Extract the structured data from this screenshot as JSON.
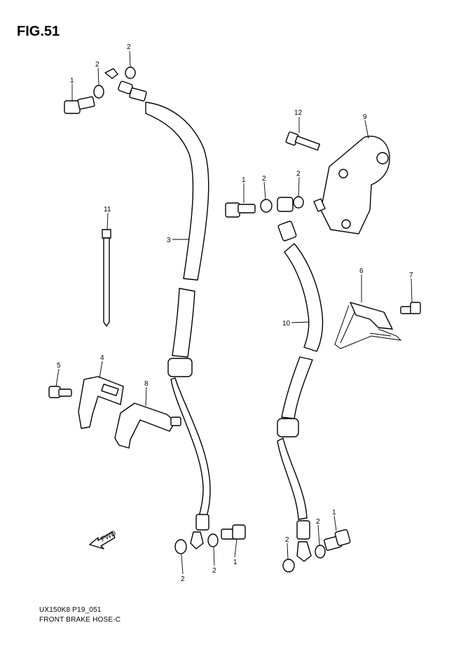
{
  "figure": {
    "title": "FIG.51",
    "code": "UX150K8 P19_051",
    "caption": "FRONT BRAKE  HOSE-C",
    "fwd_label": "FWD"
  },
  "callouts": [
    {
      "id": "c-2a",
      "text": "2"
    },
    {
      "id": "c-2b",
      "text": "2"
    },
    {
      "id": "c-1a",
      "text": "1"
    },
    {
      "id": "c-12",
      "text": "12"
    },
    {
      "id": "c-9",
      "text": "9"
    },
    {
      "id": "c-1b",
      "text": "1"
    },
    {
      "id": "c-2c",
      "text": "2"
    },
    {
      "id": "c-2d",
      "text": "2"
    },
    {
      "id": "c-11",
      "text": "11"
    },
    {
      "id": "c-3",
      "text": "3"
    },
    {
      "id": "c-6",
      "text": "6"
    },
    {
      "id": "c-7",
      "text": "7"
    },
    {
      "id": "c-10",
      "text": "10"
    },
    {
      "id": "c-5",
      "text": "5"
    },
    {
      "id": "c-4",
      "text": "4"
    },
    {
      "id": "c-8",
      "text": "8"
    },
    {
      "id": "c-2e",
      "text": "2"
    },
    {
      "id": "c-2f",
      "text": "2"
    },
    {
      "id": "c-1c",
      "text": "1"
    },
    {
      "id": "c-2g",
      "text": "2"
    },
    {
      "id": "c-2h",
      "text": "2"
    },
    {
      "id": "c-1d",
      "text": "1"
    }
  ]
}
